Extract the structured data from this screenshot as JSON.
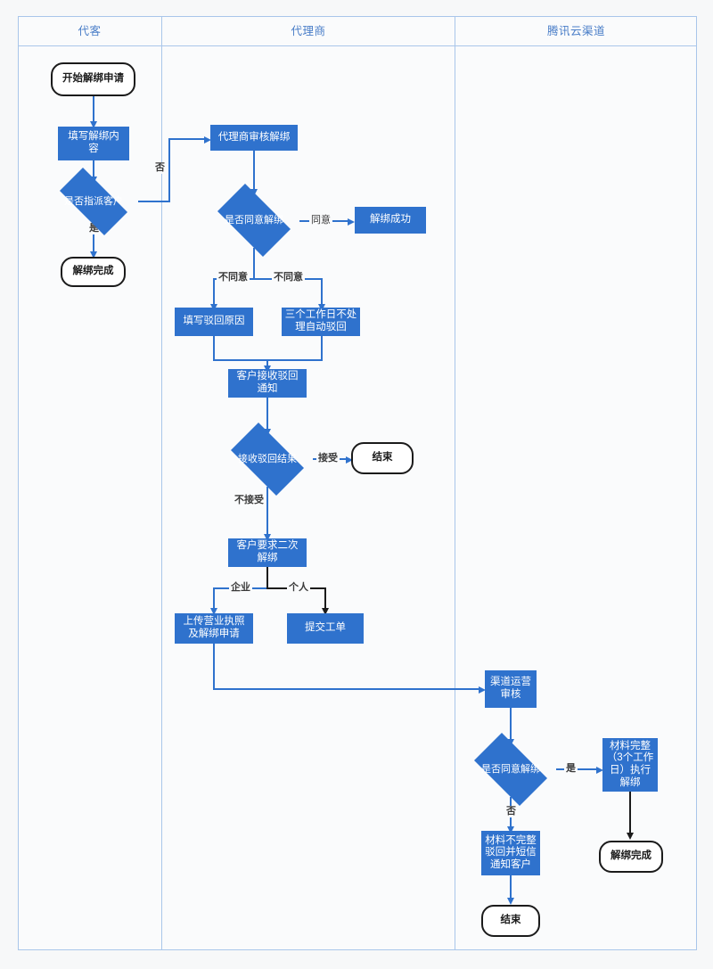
{
  "diagram": {
    "title_lanes": [
      {
        "id": "lane-customer",
        "label": "代客"
      },
      {
        "id": "lane-agent",
        "label": "代理商"
      },
      {
        "id": "lane-tencent",
        "label": "腾讯云渠道"
      }
    ],
    "colors": {
      "process_fill": "#2f72cd",
      "lane_border": "#a9c6ea",
      "lane_title_text": "#4a7ec8",
      "connector_blue": "#2f72cd",
      "connector_dark": "#1b1b1b",
      "canvas_bg": "#f7f8f9"
    },
    "nodes": [
      {
        "id": "n-start",
        "type": "terminator",
        "label": "开始解绑申请"
      },
      {
        "id": "n-fill-content",
        "type": "process",
        "label": "填写解绑内\n容"
      },
      {
        "id": "n-assign-customer",
        "type": "decision",
        "label": "是否指派客户"
      },
      {
        "id": "n-unbind-done-left",
        "type": "terminator",
        "label": "解绑完成"
      },
      {
        "id": "n-agent-review",
        "type": "process",
        "label": "代理商审核解绑"
      },
      {
        "id": "n-agree-unbind",
        "type": "decision",
        "label": "是否同意解绑"
      },
      {
        "id": "n-unbind-success",
        "type": "process",
        "label": "解绑成功"
      },
      {
        "id": "n-fill-reject-reason",
        "type": "process",
        "label": "填写驳回原因"
      },
      {
        "id": "n-auto-reject",
        "type": "process",
        "label": "三个工作日不处\n理自动驳回"
      },
      {
        "id": "n-customer-receive",
        "type": "process",
        "label": "客户接收驳回\n通知"
      },
      {
        "id": "n-receive-result",
        "type": "decision",
        "label": "接收驳回结果"
      },
      {
        "id": "n-end-agent",
        "type": "terminator",
        "label": "结束"
      },
      {
        "id": "n-second-request",
        "type": "process",
        "label": "客户要求二次\n解绑"
      },
      {
        "id": "n-upload-license",
        "type": "process",
        "label": "上传营业执照\n及解绑申请"
      },
      {
        "id": "n-submit-ticket",
        "type": "process",
        "label": "提交工单"
      },
      {
        "id": "n-channel-review",
        "type": "process",
        "label": "渠道运营\n审核"
      },
      {
        "id": "n-agree-unbind-2",
        "type": "decision",
        "label": "是否同意解绑"
      },
      {
        "id": "n-material-complete",
        "type": "process",
        "label": "材料完整\n（3个工作\n日）执行\n解绑"
      },
      {
        "id": "n-material-incomplete",
        "type": "process",
        "label": "材料不完整\n驳回并短信\n通知客户"
      },
      {
        "id": "n-unbind-done-right",
        "type": "terminator",
        "label": "解绑完成"
      },
      {
        "id": "n-end-tencent",
        "type": "terminator",
        "label": "结束"
      }
    ],
    "edge_labels": [
      {
        "id": "el-no-assign",
        "label": "否"
      },
      {
        "id": "el-yes-assign",
        "label": "是"
      },
      {
        "id": "el-agree",
        "label": "同意"
      },
      {
        "id": "el-disagree-1",
        "label": "不同意"
      },
      {
        "id": "el-disagree-2",
        "label": "不同意"
      },
      {
        "id": "el-accept",
        "label": "接受"
      },
      {
        "id": "el-not-accept",
        "label": "不接受"
      },
      {
        "id": "el-enterprise",
        "label": "企业"
      },
      {
        "id": "el-personal",
        "label": "个人"
      },
      {
        "id": "el-yes-2",
        "label": "是"
      },
      {
        "id": "el-no-2",
        "label": "否"
      }
    ]
  }
}
